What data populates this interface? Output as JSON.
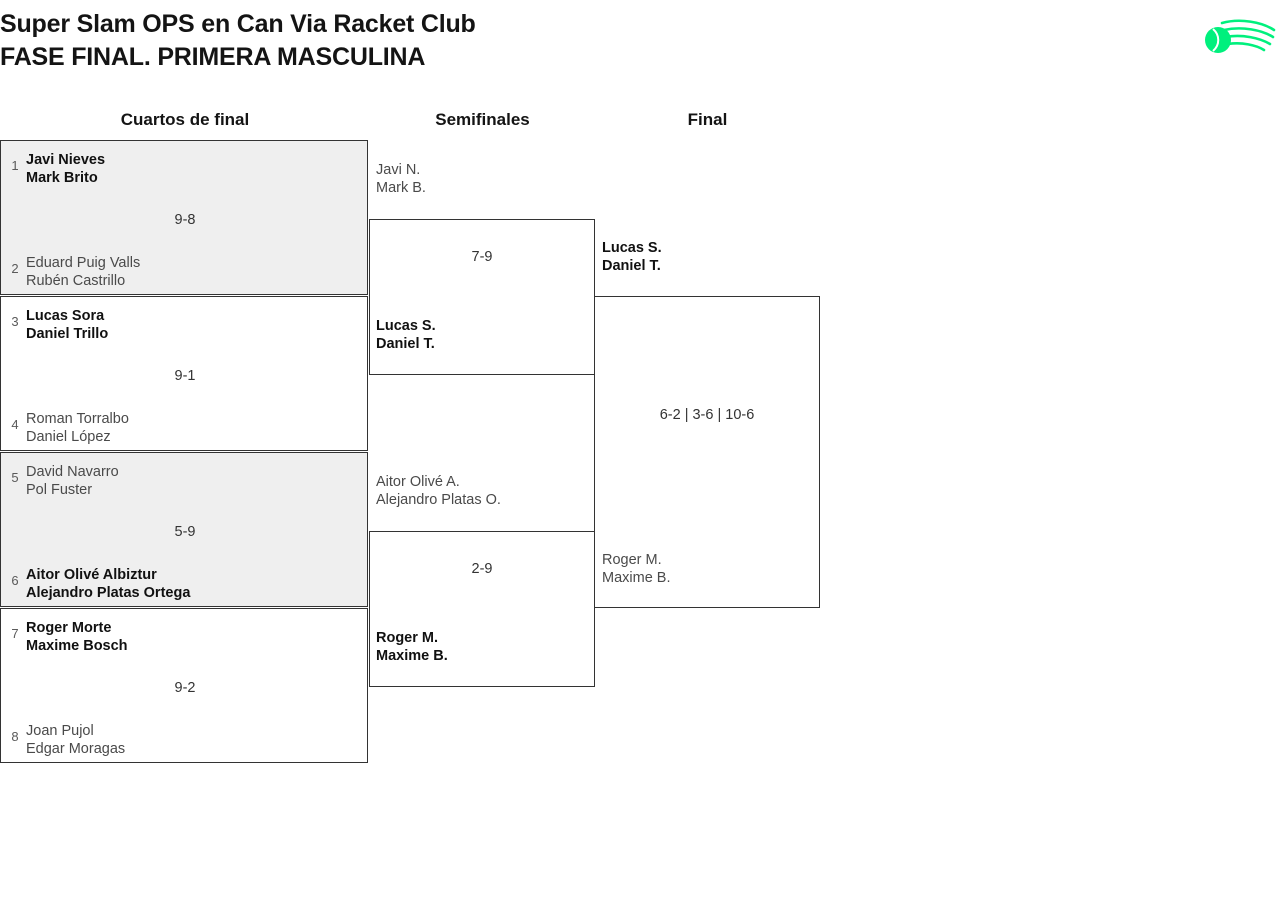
{
  "header": {
    "title_line1": "Super Slam OPS en Can Via Racket Club",
    "title_line2": "FASE FINAL. PRIMERA MASCULINA",
    "logo_name": "racket-club-logo",
    "logo_color": "#00f07d"
  },
  "rounds": [
    {
      "label": "Cuartos de final"
    },
    {
      "label": "Semifinales"
    },
    {
      "label": "Final"
    }
  ],
  "quarterfinals": [
    {
      "score": "9-8",
      "top": {
        "seed": "1",
        "p1": "Javi Nieves",
        "p2": "Mark Brito",
        "winner": true
      },
      "bottom": {
        "seed": "2",
        "p1": "Eduard Puig Valls",
        "p2": "Rubén Castrillo",
        "winner": false
      }
    },
    {
      "score": "9-1",
      "top": {
        "seed": "3",
        "p1": "Lucas Sora",
        "p2": "Daniel Trillo",
        "winner": true
      },
      "bottom": {
        "seed": "4",
        "p1": "Roman Torralbo",
        "p2": "Daniel López",
        "winner": false
      }
    },
    {
      "score": "5-9",
      "top": {
        "seed": "5",
        "p1": "David Navarro",
        "p2": "Pol Fuster",
        "winner": false
      },
      "bottom": {
        "seed": "6",
        "p1": "Aitor Olivé Albiztur",
        "p2": "Alejandro Platas Ortega",
        "winner": true
      }
    },
    {
      "score": "9-2",
      "top": {
        "seed": "7",
        "p1": "Roger Morte",
        "p2": "Maxime Bosch",
        "winner": true
      },
      "bottom": {
        "seed": "8",
        "p1": "Joan Pujol",
        "p2": "Edgar Moragas",
        "winner": false
      }
    }
  ],
  "semifinals": [
    {
      "score": "7-9",
      "top": {
        "p1": "Javi N.",
        "p2": "Mark B.",
        "winner": false
      },
      "bottom": {
        "p1": "Lucas S.",
        "p2": "Daniel T.",
        "winner": true
      }
    },
    {
      "score": "2-9",
      "top": {
        "p1": "Aitor Olivé A.",
        "p2": "Alejandro Platas O.",
        "winner": false
      },
      "bottom": {
        "p1": "Roger M.",
        "p2": "Maxime B.",
        "winner": true
      }
    }
  ],
  "final": {
    "score": "6-2 | 3-6 | 10-6",
    "top": {
      "p1": "Lucas S.",
      "p2": "Daniel T.",
      "winner": true
    },
    "bottom": {
      "p1": "Roger M.",
      "p2": "Maxime B.",
      "winner": false
    }
  }
}
